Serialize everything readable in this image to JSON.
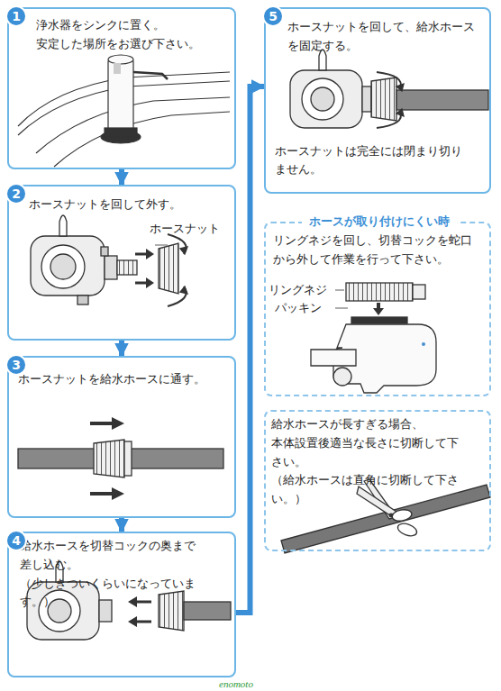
{
  "diagram": {
    "nodes": [
      {
        "text": [
          "浄水器をシンクに置く。 安定した場所をお選び下さい。"
        ]
      },
      {
        "text": [
          "1"
        ],
        "in": 0
      },
      {
        "text": [
          "ホースナットを回して外す。"
        ]
      },
      {
        "text": [
          "2"
        ],
        "in": 2
      },
      {
        "text": [
          "ホースナットを給水ホースに通す。"
        ]
      },
      {
        "text": [
          "3"
        ],
        "in": 4
      },
      {
        "text": [
          "給水ホースを切替コックの奥まで 差し込む。",
          "（少しきついくらいになっていま す。）"
        ]
      },
      {
        "text": [
          "4"
        ],
        "in": 6
      },
      {
        "text": [
          "ホースナットを回して、給水ホース を固定する。",
          "ホースナットは完全には閉まり切り ません。"
        ]
      },
      {
        "text": [
          "5"
        ],
        "in": 8
      },
      {
        "text": [
          "ホースが取り付けにくい時",
          "リングネジを回し、切替コックを蛇口 から外して作業を行って下さい。"
        ]
      },
      {
        "text": [
          "給水ホースが長すぎる場合、 本体設置後適当な長さに切断して下 さい。",
          "（給水ホースは直角に切断して下さ い。）"
        ]
      }
    ],
    "edges": [
      {
        "from": 0,
        "to": 2,
        "arrow": "to"
      },
      {
        "from": 2,
        "to": 4,
        "arrow": "to"
      },
      {
        "from": 4,
        "to": 6,
        "arrow": "to"
      },
      {
        "from": 6,
        "to": 8,
        "arrow": "to"
      }
    ],
    "labels": [
      "ホースナット",
      "リングネジ",
      "パッキン",
      "enomoto"
    ]
  }
}
